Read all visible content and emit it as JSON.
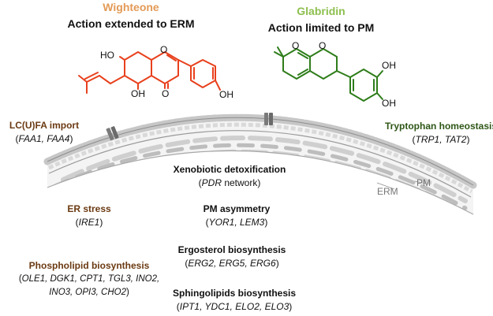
{
  "compounds": {
    "wighteone": {
      "name": "Wighteone",
      "action": "Action extended to ERM",
      "color": "#E39A56"
    },
    "glabridin": {
      "name": "Glabridin",
      "action": "Action limited to PM",
      "color": "#8DBF4E"
    }
  },
  "structure_atoms": {
    "wighteone": {
      "oh_top": "HO",
      "o_top": "O",
      "oh_bottom": "OH",
      "o_bottom": "O",
      "oh_right": "OH"
    },
    "glabridin": {
      "o_ring1": "O",
      "o_ring2": "O",
      "oh_top": "OH",
      "oh_bottom": "OH"
    }
  },
  "membranes": {
    "pm": "PM",
    "erm": "ERM"
  },
  "pathways": [
    {
      "title": "LC(U)FA import",
      "genes": "FAA1, FAA4",
      "color": "#6B3A12"
    },
    {
      "title": "Tryptophan homeostasis",
      "genes": "TRP1, TAT2",
      "color": "#2E5716"
    },
    {
      "title": "Xenobiotic detoxification",
      "genes": "PDR",
      "suffix": " network",
      "color": "#111111"
    },
    {
      "title": "ER stress",
      "genes": "IRE1",
      "color": "#6B3A12"
    },
    {
      "title": "PM asymmetry",
      "genes": "YOR1, LEM3",
      "color": "#111111"
    },
    {
      "title": "Ergosterol biosynthesis",
      "genes": "ERG2, ERG5, ERG6",
      "color": "#111111"
    },
    {
      "title": "Phospholipid biosynthesis",
      "genes_line1": "OLE1, DGK1, CPT1, TGL3, INO2,",
      "genes_line2": "INO3, OPI3, CHO2",
      "color": "#6B3A12"
    },
    {
      "title": "Sphingolipids biosynthesis",
      "genes": "IPT1, YDC1, ELO2, ELO3",
      "color": "#111111"
    }
  ],
  "colors": {
    "wighteone_structure": "#E8401C",
    "glabridin_structure": "#2E7D1A",
    "membrane_gray": "#B5B5B5",
    "channel": "#7A7A7A"
  }
}
